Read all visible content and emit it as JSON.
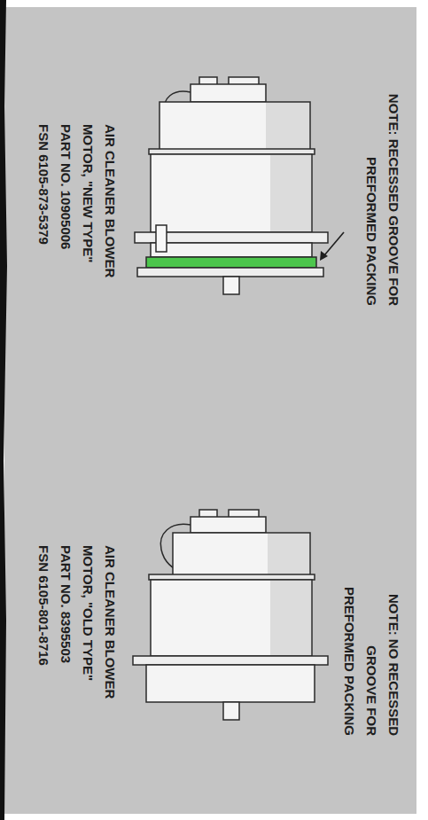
{
  "diagram": {
    "labels": [
      "NOTE: RECESSED GROOVE FOR PREFORMED PACKING",
      "AIR CLEANER BLOWER MOTOR, \"NEW TYPE\"",
      "PART NO. 10905006",
      "FSN 6105-873-5379",
      "NOTE: NO RECESSED GROOVE FOR PREFORMED PACKING",
      "AIR CLEANER BLOWER MOTOR, \"OLD TYPE\"",
      "PART NO. 8395503",
      "FSN 6105-801-8716"
    ]
  }
}
